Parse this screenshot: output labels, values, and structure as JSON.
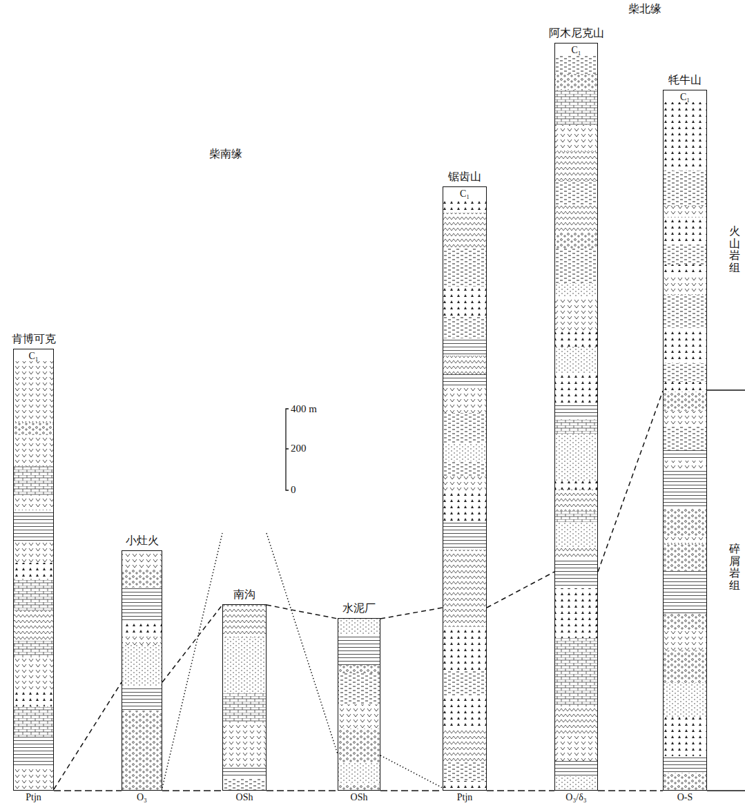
{
  "diagram": {
    "nodes": [
      {
        "text": [
          "肯博可克",
          "C₁",
          "Ptjn"
        ]
      },
      {
        "text": [
          "小灶火",
          "O₃"
        ]
      },
      {
        "text": [
          "南沟",
          "OSh"
        ]
      },
      {
        "text": [
          "水泥厂",
          "OSh"
        ]
      },
      {
        "text": [
          "锯齿山",
          "C₁",
          "Ptjn"
        ]
      },
      {
        "text": [
          "阿木尼克山",
          "C₁",
          "O₃/δ₃"
        ]
      },
      {
        "text": [
          "牦牛山",
          "C₁",
          "O-S"
        ]
      }
    ],
    "edges": [
      {
        "from": 0,
        "to": 1,
        "arrow": "none"
      },
      {
        "from": 1,
        "to": 2,
        "arrow": "none"
      },
      {
        "from": 2,
        "to": 3,
        "arrow": "none"
      },
      {
        "from": 3,
        "to": 4,
        "arrow": "none"
      },
      {
        "from": 4,
        "to": 5,
        "arrow": "none"
      },
      {
        "from": 5,
        "to": 6,
        "arrow": "none"
      },
      {
        "from": 0,
        "to": 1,
        "arrow": "none"
      },
      {
        "from": 1,
        "to": 2,
        "arrow": "none"
      },
      {
        "from": 2,
        "to": 3,
        "arrow": "none"
      },
      {
        "from": 3,
        "to": 4,
        "arrow": "none"
      },
      {
        "from": 4,
        "to": 5,
        "arrow": "none"
      },
      {
        "from": 5,
        "to": 6,
        "arrow": "none"
      },
      {
        "from": 1,
        "to": 2,
        "arrow": "none"
      },
      {
        "from": 2,
        "to": 3,
        "arrow": "none"
      },
      {
        "from": 3,
        "to": 4,
        "arrow": "none"
      }
    ],
    "labels": [
      "柴北缘",
      "柴南缘",
      "400 m",
      "200",
      "0",
      "火山岩组",
      "碎屑岩组"
    ]
  }
}
